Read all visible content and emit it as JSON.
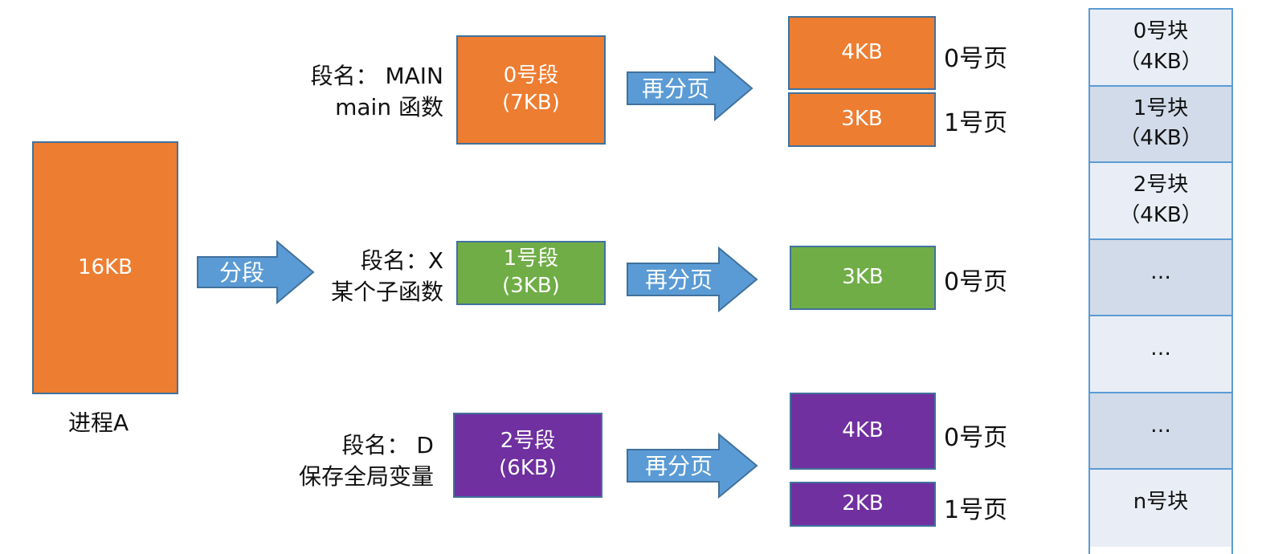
{
  "process": {
    "size": "16KB",
    "label": "进程A"
  },
  "split_arrow": {
    "label": "分段"
  },
  "repage_label": "再分页",
  "segments": [
    {
      "name_line": "段名： MAIN",
      "desc": "main 函数",
      "box_title": "0号段",
      "box_size": "(7KB)",
      "pages": [
        {
          "size": "4KB",
          "label": "0号页"
        },
        {
          "size": "3KB",
          "label": "1号页"
        }
      ]
    },
    {
      "name_line": "段名：X",
      "desc": "某个子函数",
      "box_title": "1号段",
      "box_size": "(3KB)",
      "pages": [
        {
          "size": "3KB",
          "label": "0号页"
        }
      ]
    },
    {
      "name_line": "段名： D",
      "desc": "保存全局变量",
      "box_title": "2号段",
      "box_size": "(6KB)",
      "pages": [
        {
          "size": "4KB",
          "label": "0号页"
        },
        {
          "size": "2KB",
          "label": "1号页"
        }
      ]
    }
  ],
  "memory_blocks": [
    {
      "line1": "0号块",
      "line2": "（4KB）"
    },
    {
      "line1": "1号块",
      "line2": "（4KB）"
    },
    {
      "line1": "2号块",
      "line2": "（4KB）"
    },
    {
      "line1": "…",
      "line2": ""
    },
    {
      "line1": "…",
      "line2": ""
    },
    {
      "line1": "…",
      "line2": ""
    },
    {
      "line1": "n号块",
      "line2": ""
    }
  ],
  "colors": {
    "orange": "#ed7d31",
    "green": "#70ad47",
    "purple": "#7030a0",
    "arrow": "#5b9bd5"
  }
}
